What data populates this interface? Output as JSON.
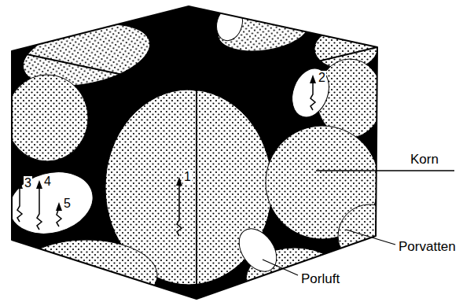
{
  "diagram": {
    "labels": [
      "2",
      "3",
      "4",
      "5",
      "1",
      "Korn",
      "Porvatten",
      "Porluft"
    ]
  }
}
